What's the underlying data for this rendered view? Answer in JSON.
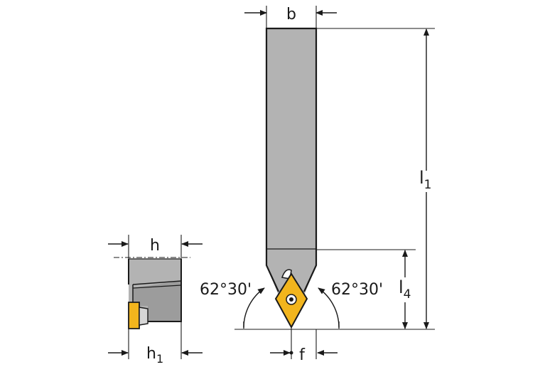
{
  "labels": {
    "b": "b",
    "l1_main": "l",
    "l1_sub": "1",
    "l4_main": "l",
    "l4_sub": "4",
    "h": "h",
    "h1_main": "h",
    "h1_sub": "1",
    "f": "f",
    "angle_left": "62°30'",
    "angle_right": "62°30'"
  },
  "colors": {
    "body": "#b3b3b3",
    "insert": "#f2b51d",
    "line": "#1a1a1a"
  }
}
